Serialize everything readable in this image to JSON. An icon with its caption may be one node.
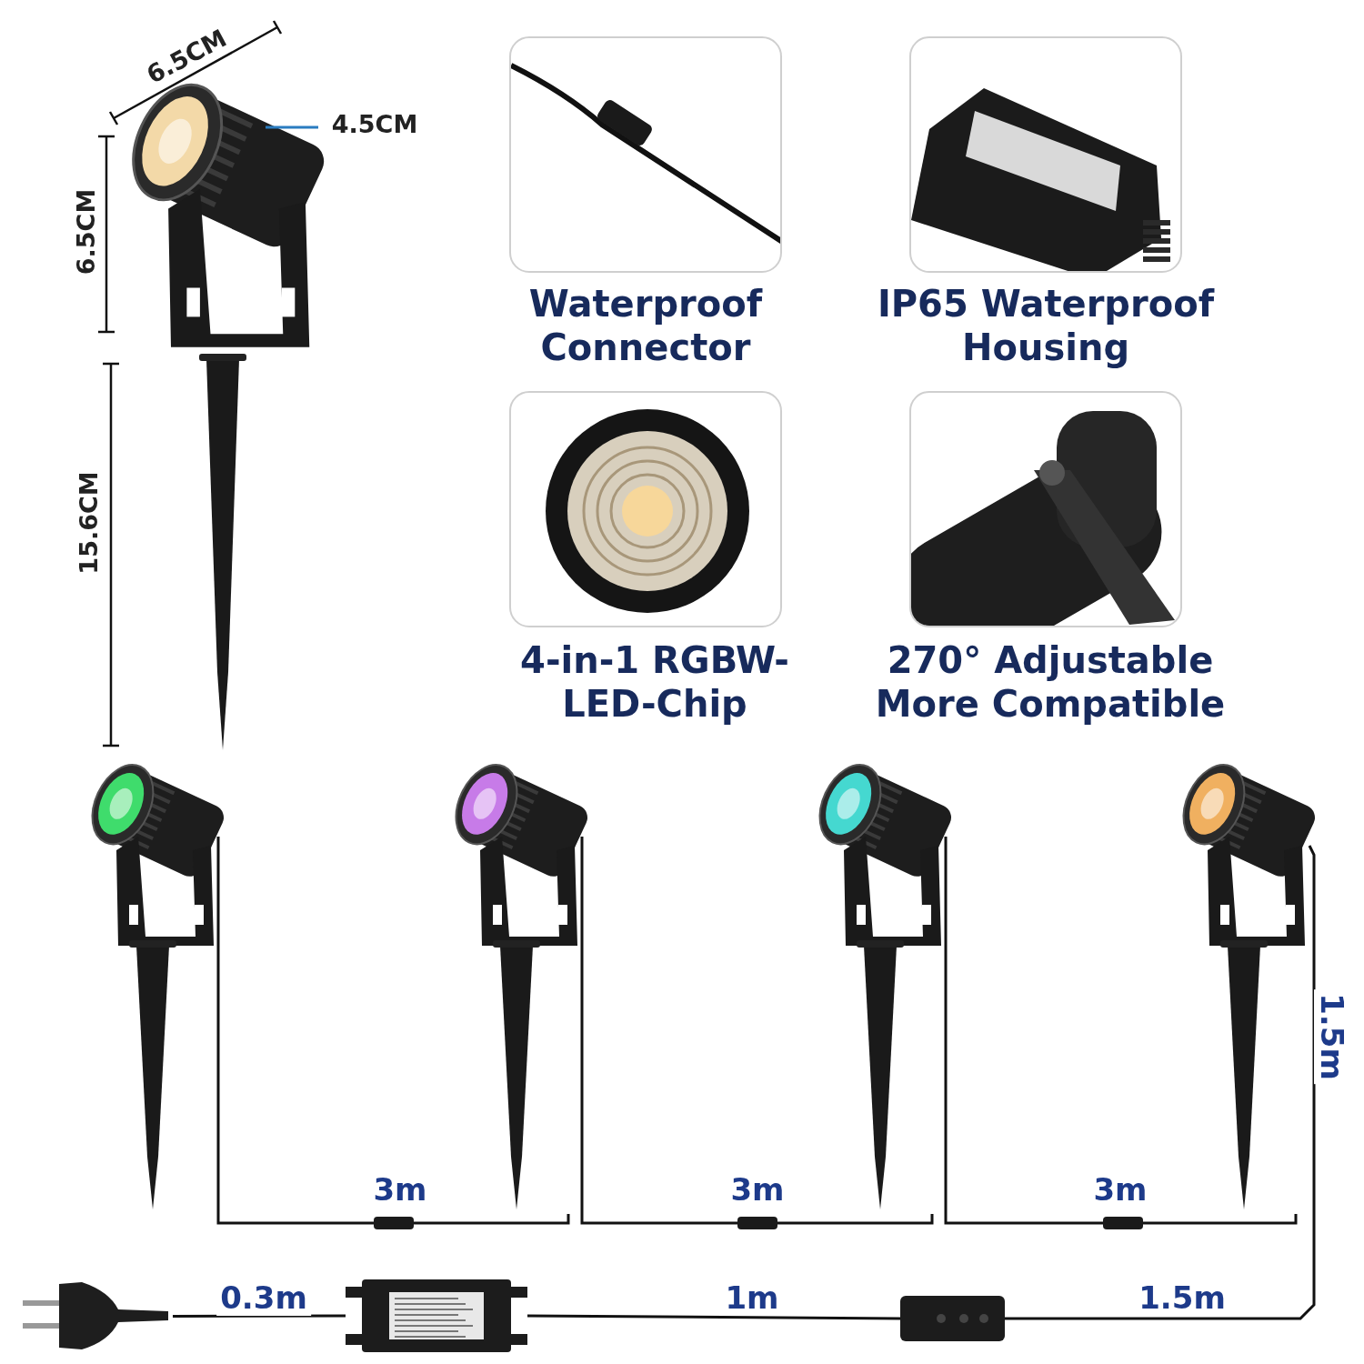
{
  "diagram": {
    "nodes": [
      {
        "text": [
          "Waterproof Connector"
        ]
      },
      {
        "text": [
          "IP65 Waterproof Housing"
        ]
      },
      {
        "text": [
          "4-in-1 RGBW-LED-Chip"
        ]
      },
      {
        "text": [
          "270° Adjustable More Compatible"
        ]
      },
      {
        "text": [],
        "shape": "picture"
      },
      {
        "text": [],
        "shape": "picture"
      },
      {
        "text": [],
        "shape": "picture"
      },
      {
        "text": [],
        "shape": "picture"
      },
      {
        "text": [],
        "shape": "picture"
      },
      {
        "text": [],
        "shape": "picture"
      },
      {
        "text": [],
        "shape": "picture"
      }
    ],
    "edges": [
      {
        "from": 4,
        "to": 5,
        "arrow": "none",
        "label": "0.3m"
      },
      {
        "from": 5,
        "to": 6,
        "arrow": "none",
        "label": "1m"
      },
      {
        "from": 6,
        "to": 10,
        "arrow": "none",
        "label": "1.5m"
      },
      {
        "from": 10,
        "to": 9,
        "arrow": "none",
        "label": "3m"
      },
      {
        "from": 9,
        "to": 8,
        "arrow": "none",
        "label": "3m"
      },
      {
        "from": 8,
        "to": 7,
        "arrow": "none",
        "label": "3m"
      }
    ],
    "labels": [
      "6.5CM",
      "4.5CM",
      "6.5CM",
      "15.6CM",
      "1.5m"
    ]
  }
}
